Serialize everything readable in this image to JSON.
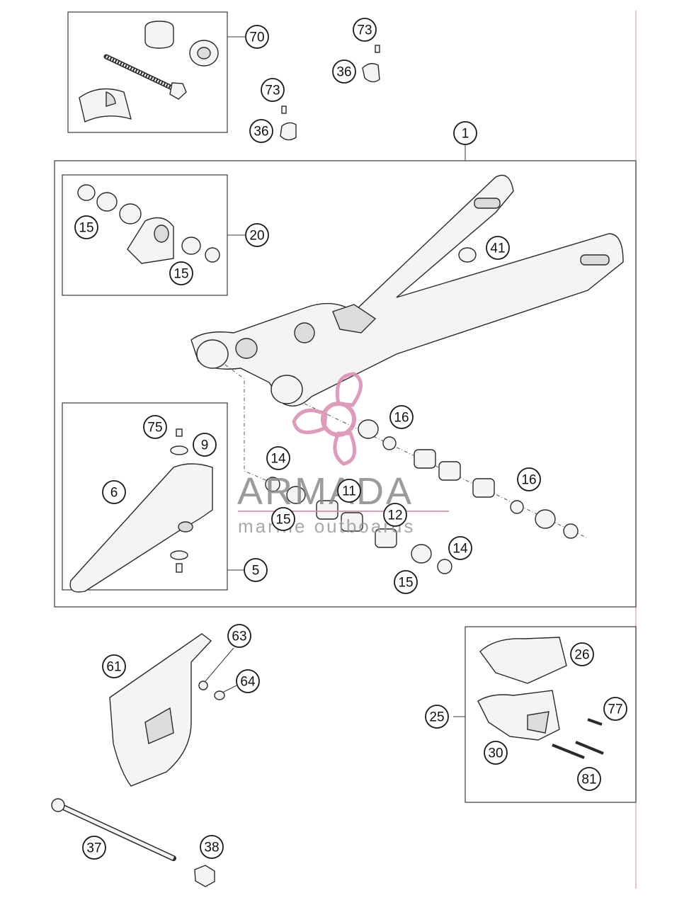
{
  "diagram": {
    "callouts": [
      {
        "id": "c70",
        "label": "70"
      },
      {
        "id": "c73a",
        "label": "73"
      },
      {
        "id": "c36a",
        "label": "36"
      },
      {
        "id": "c73b",
        "label": "73"
      },
      {
        "id": "c36b",
        "label": "36"
      },
      {
        "id": "c1",
        "label": "1"
      },
      {
        "id": "c15a",
        "label": "15"
      },
      {
        "id": "c20",
        "label": "20"
      },
      {
        "id": "c15b",
        "label": "15"
      },
      {
        "id": "c41",
        "label": "41"
      },
      {
        "id": "c16a",
        "label": "16"
      },
      {
        "id": "c75",
        "label": "75"
      },
      {
        "id": "c9",
        "label": "9"
      },
      {
        "id": "c14a",
        "label": "14"
      },
      {
        "id": "c6",
        "label": "6"
      },
      {
        "id": "c11",
        "label": "11"
      },
      {
        "id": "c16b",
        "label": "16"
      },
      {
        "id": "c15c",
        "label": "15"
      },
      {
        "id": "c12",
        "label": "12"
      },
      {
        "id": "c14b",
        "label": "14"
      },
      {
        "id": "c5",
        "label": "5"
      },
      {
        "id": "c15d",
        "label": "15"
      },
      {
        "id": "c63",
        "label": "63"
      },
      {
        "id": "c61",
        "label": "61"
      },
      {
        "id": "c64",
        "label": "64"
      },
      {
        "id": "c26",
        "label": "26"
      },
      {
        "id": "c25",
        "label": "25"
      },
      {
        "id": "c77",
        "label": "77"
      },
      {
        "id": "c30",
        "label": "30"
      },
      {
        "id": "c81",
        "label": "81"
      },
      {
        "id": "c37",
        "label": "37"
      },
      {
        "id": "c38",
        "label": "38"
      }
    ]
  },
  "watermark": {
    "brand": "ARMADA",
    "tagline": "marine outboards",
    "accent_color": "#d98ab0"
  },
  "colors": {
    "line": "#2a2a2a",
    "edge_rule": "#e59a9a"
  }
}
